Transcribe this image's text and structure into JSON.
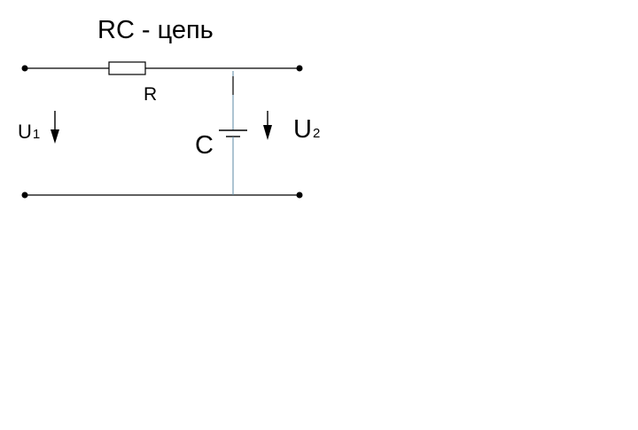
{
  "title": {
    "main": "RC",
    "dash": "-",
    "word": "цепь"
  },
  "components": {
    "resistor_label": "R",
    "capacitor_label": "C"
  },
  "voltages": {
    "input": {
      "symbol": "U",
      "index": "1"
    },
    "output": {
      "symbol": "U",
      "index": "2"
    }
  },
  "colors": {
    "wire": "#000000",
    "capacitor_lead": "#5b8aa6",
    "terminal": "#000000"
  }
}
